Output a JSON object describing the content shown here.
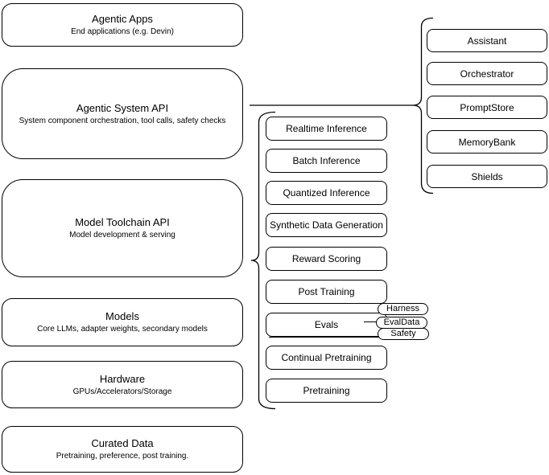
{
  "colors": {
    "stroke": "#000000",
    "background": "#ffffff",
    "text": "#000000"
  },
  "left": {
    "boxes": [
      {
        "title": "Agentic Apps",
        "subtitle": "End applications (e.g. Devin)"
      },
      {
        "title": "Agentic System API",
        "subtitle": "System component orchestration, tool calls, safety checks"
      },
      {
        "title": "Model Toolchain API",
        "subtitle": "Model development & serving"
      },
      {
        "title": "Models",
        "subtitle": "Core LLMs, adapter weights, secondary models"
      },
      {
        "title": "Hardware",
        "subtitle": "GPUs/Accelerators/Storage"
      },
      {
        "title": "Curated Data",
        "subtitle": "Pretraining, preference, post training."
      }
    ]
  },
  "middle": {
    "items": [
      "Realtime Inference",
      "Batch Inference",
      "Quantized Inference",
      "Synthetic Data Generation",
      "Reward Scoring",
      "Post Training",
      "Evals",
      "Continual Pretraining",
      "Pretraining"
    ]
  },
  "eval_pills": {
    "items": [
      "Harness",
      "EvalData",
      "Safety"
    ]
  },
  "right": {
    "items": [
      "Assistant",
      "Orchestrator",
      "PromptStore",
      "MemoryBank",
      "Shields"
    ]
  }
}
